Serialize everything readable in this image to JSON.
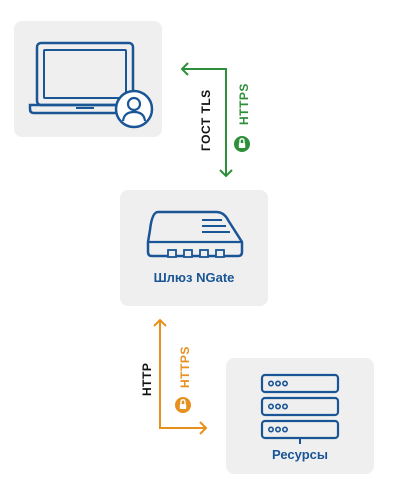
{
  "nodes": {
    "client": {
      "label": ""
    },
    "gateway": {
      "label": "Шлюз NGate"
    },
    "resources": {
      "label": "Ресурсы"
    }
  },
  "links": {
    "top": {
      "left_label": "ГОСТ TLS",
      "right_label": "HTTPS",
      "color": "#2e8f3a",
      "icon": "lock-icon"
    },
    "bottom": {
      "left_label": "HTTP",
      "right_label": "HTTPS",
      "color": "#e8901e",
      "icon": "lock-icon"
    }
  },
  "colors": {
    "card_bg": "#efefef",
    "icon_blue": "#1a5596",
    "label_blue": "#1a5596"
  }
}
